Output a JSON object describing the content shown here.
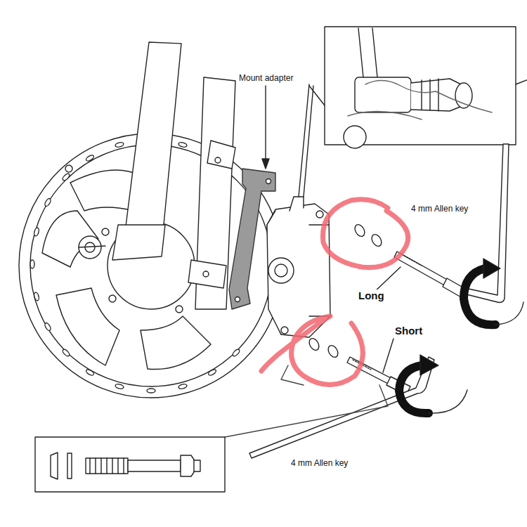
{
  "diagram": {
    "labels": [
      "Mount adapter",
      "4 mm Allen key",
      "Long",
      "Short",
      "4 mm Allen key"
    ]
  }
}
